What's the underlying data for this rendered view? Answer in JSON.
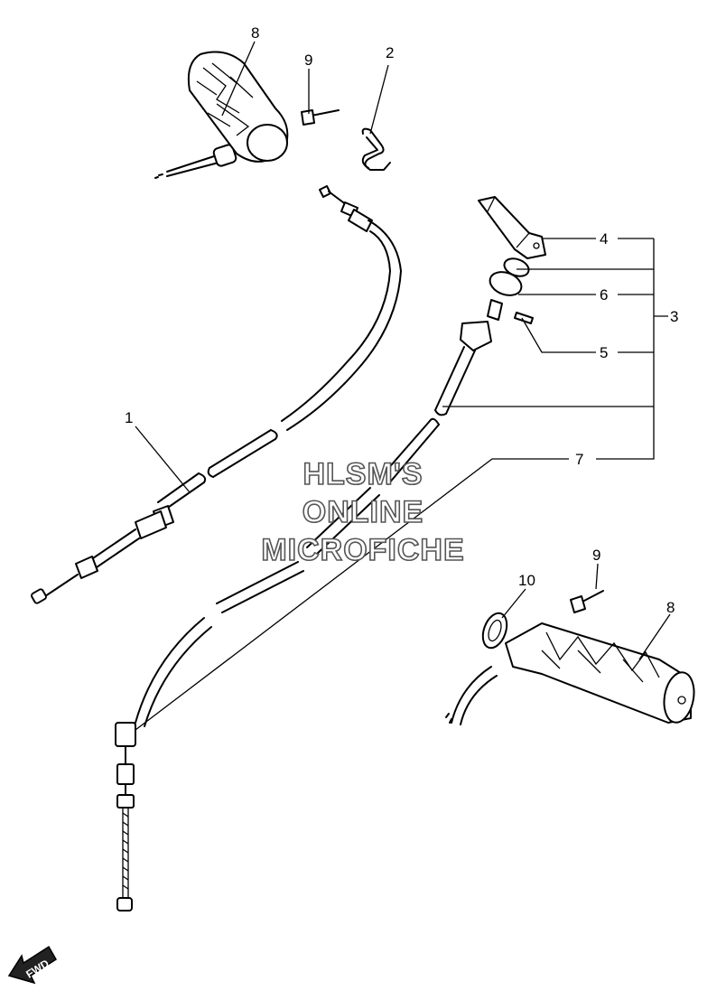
{
  "callouts": {
    "c1": "1",
    "c2": "2",
    "c3": "3",
    "c4": "4",
    "c5": "5",
    "c6": "6",
    "c7": "7",
    "c8_top": "8",
    "c8_bottom": "8",
    "c9_top": "9",
    "c9_bottom": "9",
    "c10": "10"
  },
  "watermark": {
    "line1": "HLSM'S",
    "line2": "ONLINE",
    "line3": "MICROFICHE"
  },
  "fwd_label": "FWD"
}
